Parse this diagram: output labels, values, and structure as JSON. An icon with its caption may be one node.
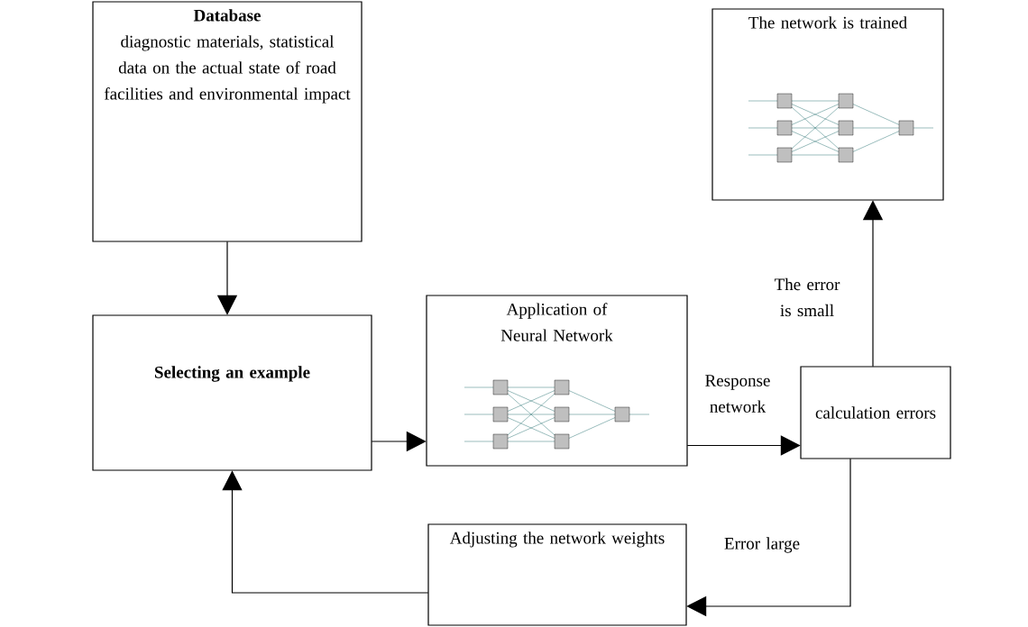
{
  "diagram": {
    "nodes": [
      {
        "text": [
          "Database",
          "diagnostic materials, statistical data on the actual state of road facilities and environmental impact"
        ]
      },
      {
        "text": [
          "Selecting an example"
        ]
      },
      {
        "text": [
          "Application of Neural Network"
        ]
      },
      {
        "text": [
          "calculation errors"
        ]
      },
      {
        "text": [
          "Adjusting the network weights"
        ]
      },
      {
        "text": [
          "The network is trained"
        ]
      }
    ],
    "edges": [
      {
        "from": 0,
        "to": 1,
        "arrow": "to"
      },
      {
        "from": 1,
        "to": 2,
        "arrow": "to"
      },
      {
        "from": 2,
        "to": 3,
        "arrow": "to",
        "label": "Response network"
      },
      {
        "from": 3,
        "to": 5,
        "arrow": "to",
        "label": "The error is small"
      },
      {
        "from": 3,
        "to": 4,
        "arrow": "to",
        "label": "Error large"
      },
      {
        "from": 4,
        "to": 1,
        "arrow": "to"
      }
    ]
  }
}
